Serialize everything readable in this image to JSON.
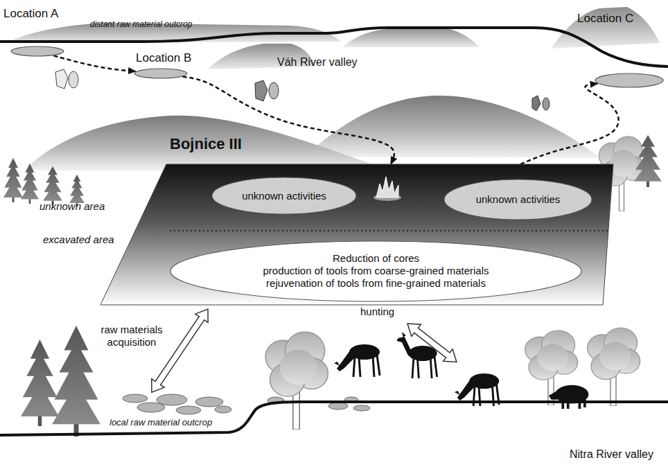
{
  "diagram": {
    "nodes": [
      {
        "text": [
          "Location A"
        ]
      },
      {
        "text": [
          "Location B"
        ]
      },
      {
        "text": [
          "Location C"
        ]
      },
      {
        "text": [
          "Bojnice III",
          "unknown area",
          "excavated area"
        ]
      },
      {
        "text": [
          "unknown activities"
        ],
        "in": 3
      },
      {
        "text": [
          "unknown activities"
        ],
        "in": 3
      },
      {
        "text": [
          "Reduction of cores",
          "production of tools from coarse-grained materials",
          "rejuvenation of tools from fine-grained materials"
        ],
        "in": 3
      }
    ],
    "edges": [
      {
        "from": 0,
        "to": 1,
        "arrow": "to"
      },
      {
        "from": 1,
        "to": 3,
        "arrow": "to"
      },
      {
        "from": 3,
        "to": 2,
        "arrow": "to"
      }
    ],
    "labels": [
      "distant raw material outcrop",
      "Váh River valley",
      "raw materials acquisition",
      "hunting",
      "local raw material outcrop",
      "Nitra River valley"
    ]
  }
}
